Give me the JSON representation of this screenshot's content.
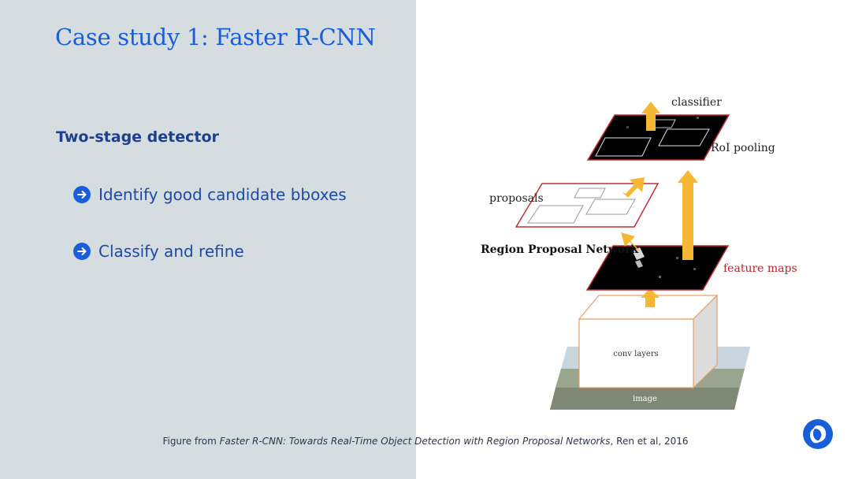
{
  "slide": {
    "title": "Case study 1: Faster R-CNN",
    "subtitle": "Two-stage detector",
    "bullets": [
      {
        "text": "Identify good candidate bboxes",
        "icon": "arrow-right-circle-icon"
      },
      {
        "text": "Classify and refine",
        "icon": "arrow-right-circle-icon"
      }
    ],
    "caption": {
      "prefix": "Figure from ",
      "paper_title": "Faster R-CNN: Towards Real-Time Object Detection with Region Proposal Networks",
      "suffix": ", Ren et al, 2016"
    },
    "logo_icon": "deepmind-logo-icon"
  },
  "figure": {
    "labels": {
      "classifier": "classifier",
      "roi_pooling": "RoI pooling",
      "proposals": "proposals",
      "rpn": "Region Proposal Network",
      "feature_maps": "feature maps",
      "conv_layers": "conv layers",
      "image": "image"
    }
  },
  "colors": {
    "accent": "#1a5dd8",
    "left_panel": "#d6dde0",
    "arrow_yellow": "#f6b834",
    "proposal_border": "#c0303a",
    "feature_maps_text": "#b0282f",
    "conv_border": "#e7a06a"
  }
}
